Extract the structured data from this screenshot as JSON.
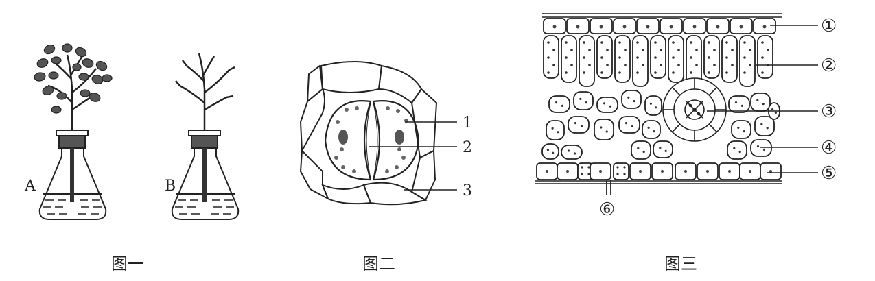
{
  "figure1": {
    "caption": "图一",
    "flask_a_label": "A",
    "flask_b_label": "B"
  },
  "figure2": {
    "caption": "图二",
    "labels": [
      "1",
      "2",
      "3"
    ]
  },
  "figure3": {
    "caption": "图三",
    "labels": [
      "①",
      "②",
      "③",
      "④",
      "⑤",
      "⑥"
    ]
  }
}
